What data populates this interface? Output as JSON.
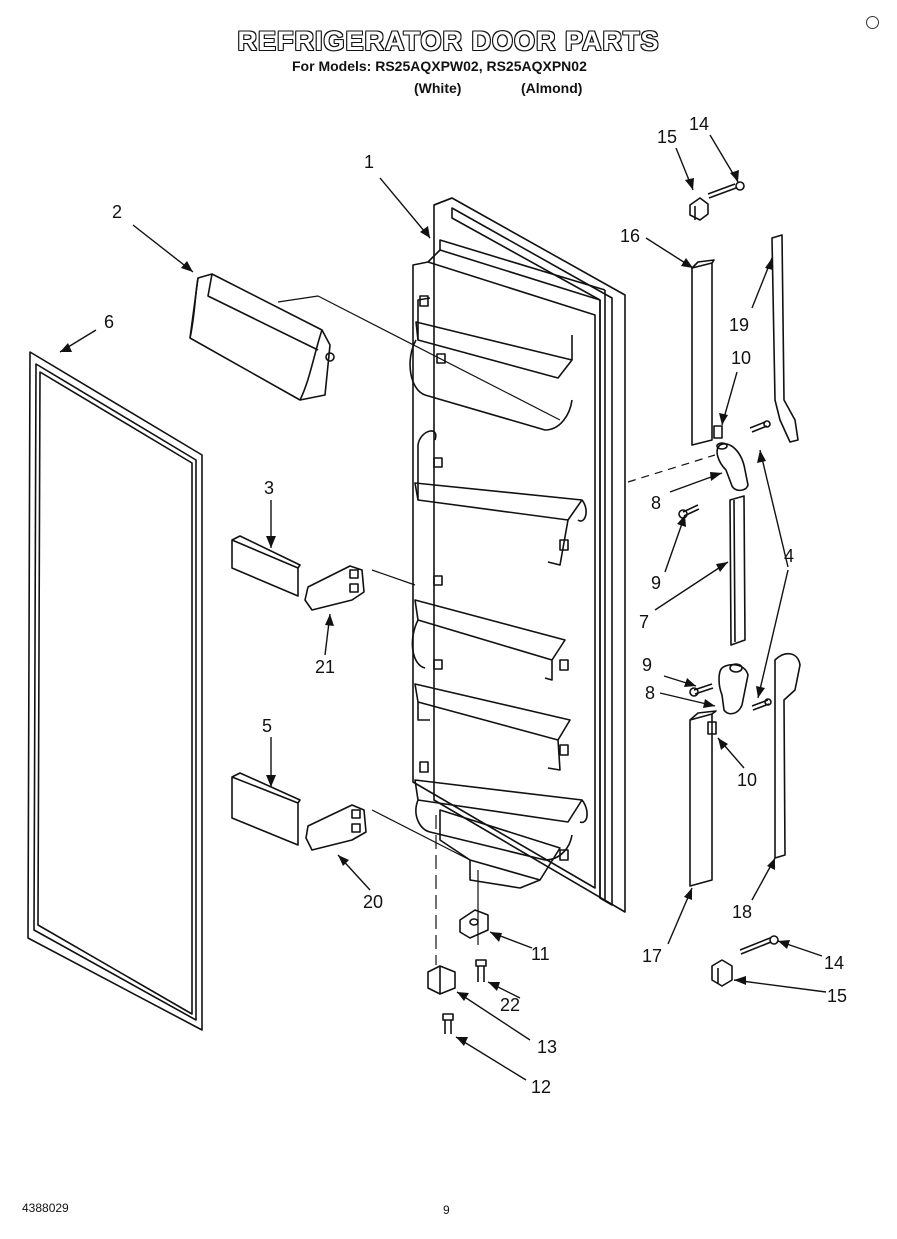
{
  "header": {
    "title": "REFRIGERATOR DOOR PARTS",
    "models_line": "For Models: RS25AQXPW02, RS25AQXPN02",
    "color_white": "(White)",
    "color_almond": "(Almond)"
  },
  "callouts": {
    "p1": "1",
    "p2": "2",
    "p3": "3",
    "p4": "4",
    "p5": "5",
    "p6": "6",
    "p7": "7",
    "p8a": "8",
    "p8b": "8",
    "p9a": "9",
    "p9b": "9",
    "p10a": "10",
    "p10b": "10",
    "p11": "11",
    "p12": "12",
    "p13": "13",
    "p14a": "14",
    "p14b": "14",
    "p15a": "15",
    "p15b": "15",
    "p16": "16",
    "p17": "17",
    "p18": "18",
    "p19": "19",
    "p20": "20",
    "p21": "21",
    "p22": "22"
  },
  "footer": {
    "doc_number": "4388029",
    "page_number": "9"
  }
}
